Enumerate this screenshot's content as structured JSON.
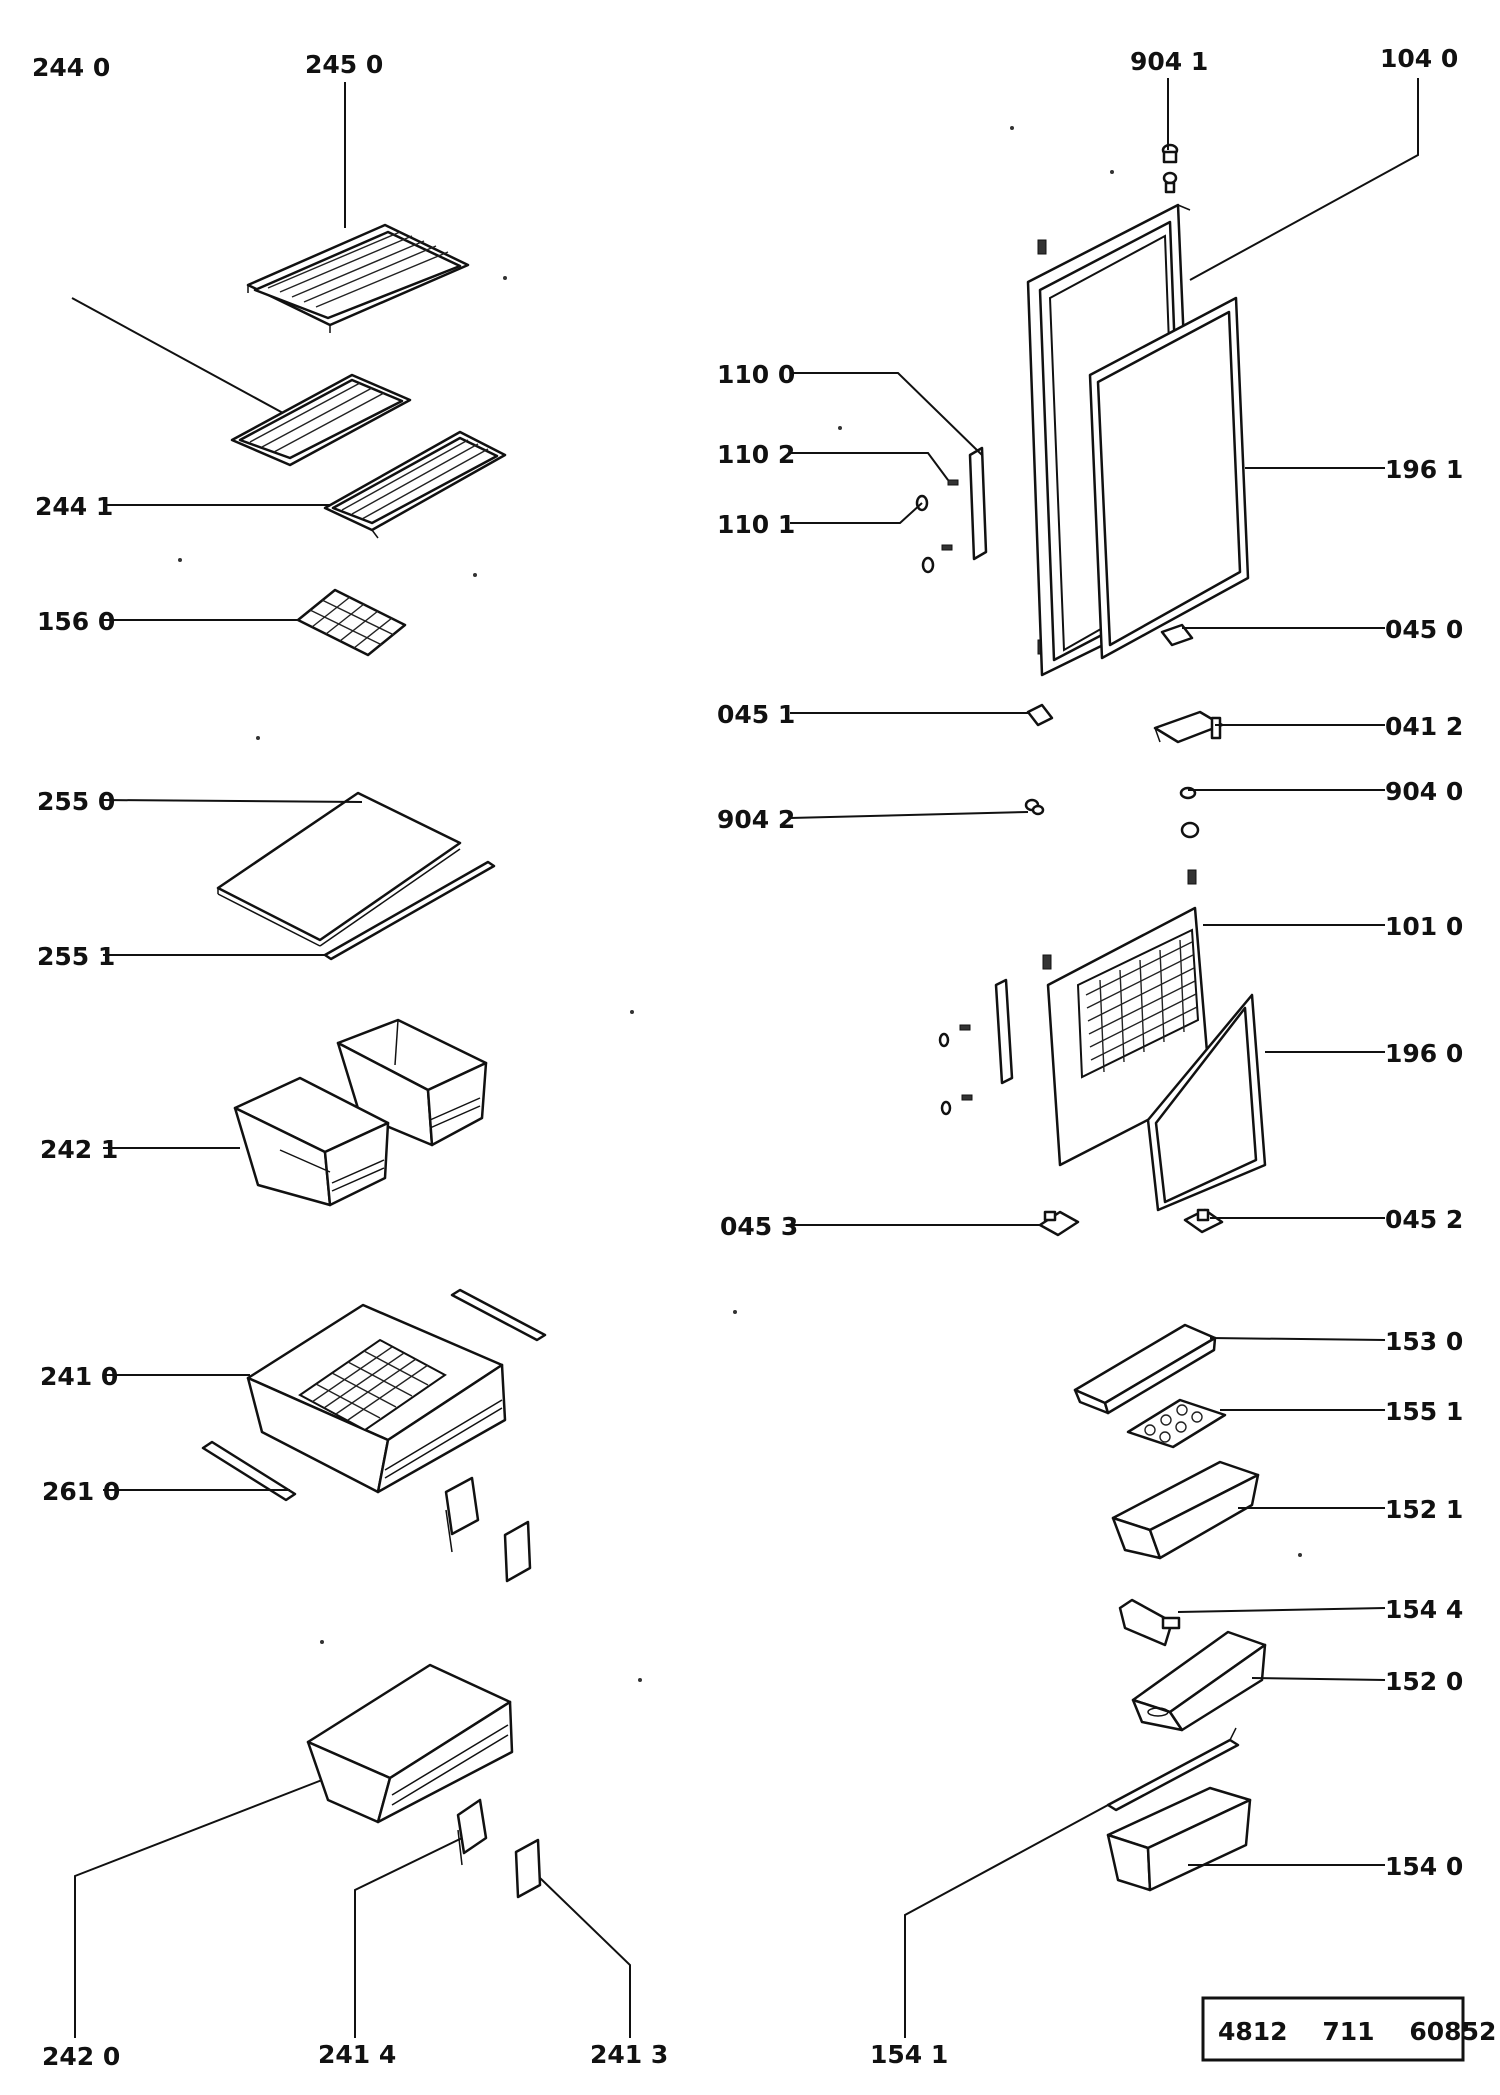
{
  "labels": {
    "l_244_0": "244 0",
    "l_245_0": "245  0",
    "l_244_1": "244 1",
    "l_156_0": "156  0",
    "l_255_0": "255  0",
    "l_255_1": "255 1",
    "l_242_1": "242 1",
    "l_241_0": "241  0",
    "l_261_0": "261  0",
    "l_242_0": "242 0",
    "l_241_4": "241  4",
    "l_241_3": "241  3",
    "l_904_1": "904  1",
    "l_104_0": "104  0",
    "l_110_0": "110  0",
    "l_110_2": "110  2",
    "l_110_1": "110  1",
    "l_196_1": "196  1",
    "l_045_0": "045  0",
    "l_045_1": "045 1",
    "l_041_2": "041  2",
    "l_904_0": "904  0",
    "l_904_2": "904  2",
    "l_101_0": "101  0",
    "l_196_0": "196  0",
    "l_045_3": "045  3",
    "l_045_2": "045  2",
    "l_153_0": "153  0",
    "l_155_1": "155  1",
    "l_152_1": "152  1",
    "l_154_4": "154  4",
    "l_152_0": "152  0",
    "l_154_0": "154  0",
    "l_154_1": "154 1"
  },
  "drawing_code": "4812    711    60852"
}
